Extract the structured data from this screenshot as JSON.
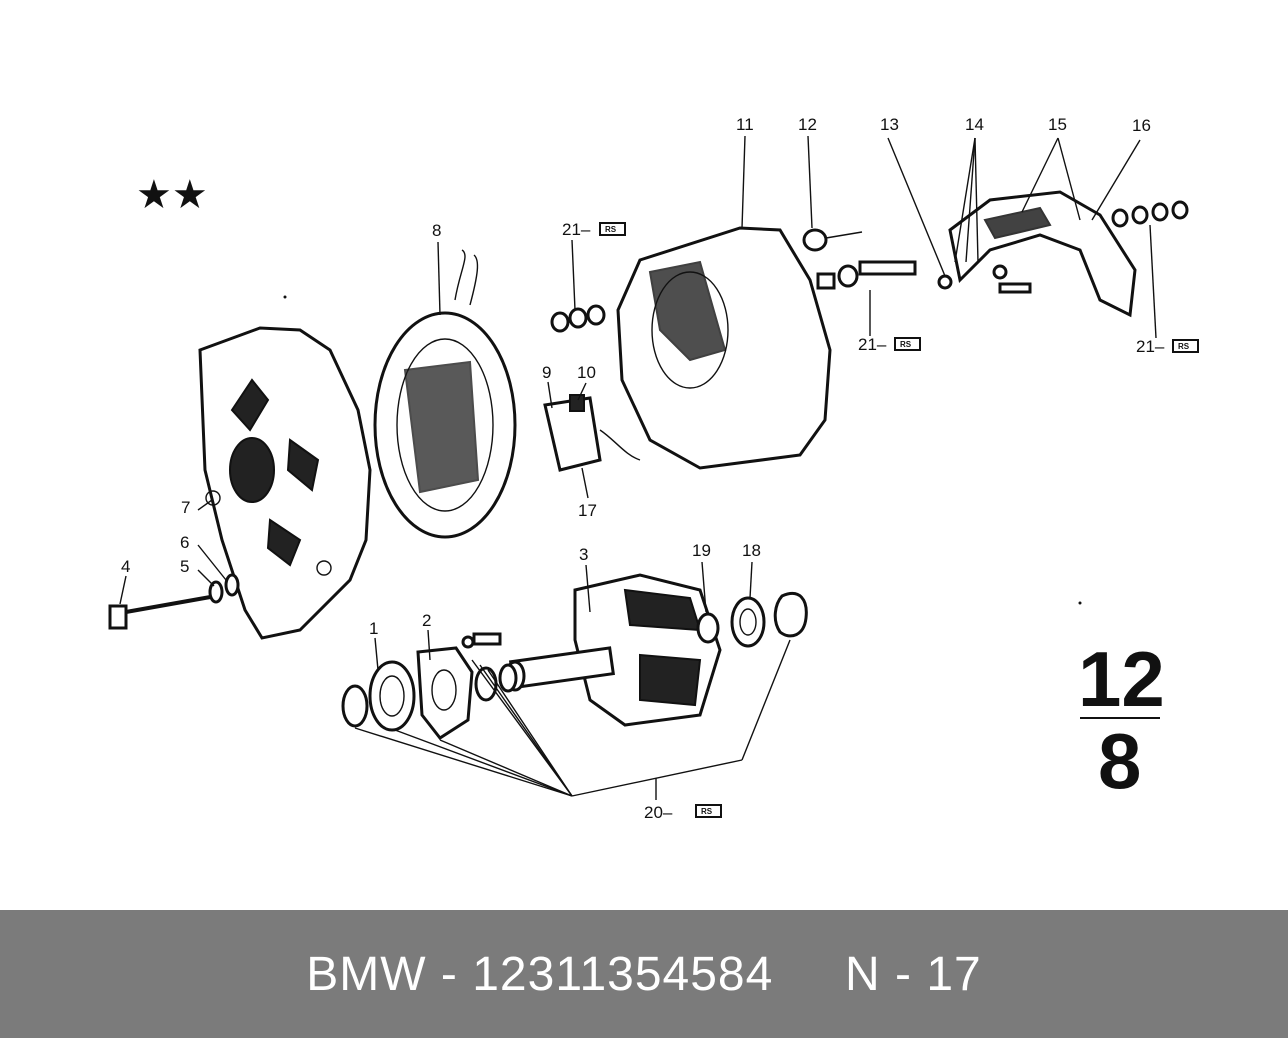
{
  "diagram": {
    "stars": "★★",
    "labels": [
      "1",
      "2",
      "3",
      "4",
      "5",
      "6",
      "7",
      "8",
      "9",
      "10",
      "11",
      "12",
      "13",
      "14",
      "15",
      "16",
      "17",
      "18",
      "19"
    ],
    "ref_label_21": "21–",
    "ref_label_20": "20–",
    "ref_badge": "RS",
    "group_number_top": "12",
    "group_number_bottom": "8"
  },
  "footer": {
    "brand": "BMW",
    "separator": "-",
    "part_number": "12311354584",
    "position_code": "N - 17"
  }
}
